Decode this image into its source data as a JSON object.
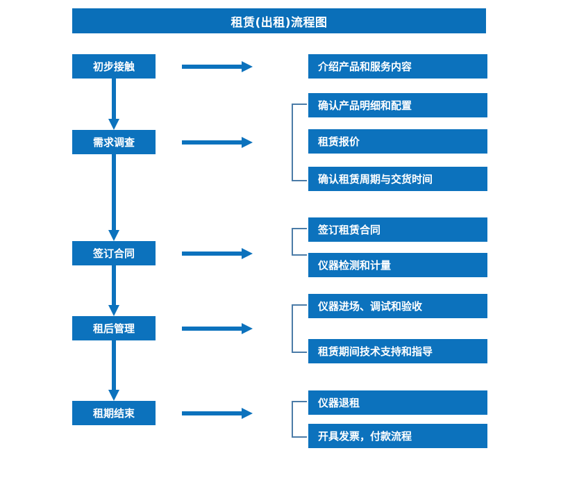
{
  "diagram": {
    "title": "租赁(出租)流程图",
    "colors": {
      "title_bar": "#0a6fb9",
      "node_fill": "#0c72bd",
      "node_text": "#ffffff",
      "arrow": "#0c72bd",
      "bracket": "#4a7ba7",
      "background": "#ffffff"
    },
    "stages": [
      {
        "id": "stage-1",
        "label": "初步接触",
        "steps": [
          {
            "label": "介绍产品和服务内容"
          }
        ],
        "bracketed": false
      },
      {
        "id": "stage-2",
        "label": "需求调查",
        "steps": [
          {
            "label": "确认产品明细和配置"
          },
          {
            "label": "租赁报价"
          },
          {
            "label": "确认租赁周期与交货时间"
          }
        ],
        "bracketed": true
      },
      {
        "id": "stage-3",
        "label": "签订合同",
        "steps": [
          {
            "label": "签订租赁合同"
          },
          {
            "label": "仪器检测和计量"
          }
        ],
        "bracketed": true
      },
      {
        "id": "stage-4",
        "label": "租后管理",
        "steps": [
          {
            "label": "仪器进场、调试和验收"
          },
          {
            "label": "租赁期间技术支持和指导"
          }
        ],
        "bracketed": true
      },
      {
        "id": "stage-5",
        "label": "租期结束",
        "steps": [
          {
            "label": "仪器退租"
          },
          {
            "label": "开具发票，付款流程"
          }
        ],
        "bracketed": true
      }
    ],
    "connectors": {
      "flow_arrow_icon": "arrow-down-icon",
      "branch_arrow_icon": "arrow-right-icon",
      "bracket_icon": "group-bracket-icon"
    }
  }
}
